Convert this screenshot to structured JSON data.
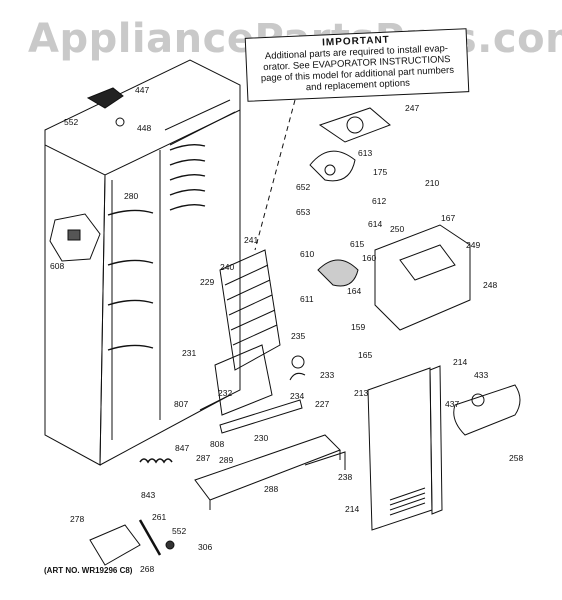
{
  "watermark": "AppliancePartsPros.com",
  "note": {
    "heading": "IMPORTANT",
    "line1": "Additional parts are required to install evap-",
    "line2": "orator.  See EVAPORATOR INSTRUCTIONS",
    "line3": "page of this model for additional part numbers",
    "line4": "and replacement options"
  },
  "art_number": "(ART NO. WR19296 C8)",
  "parts": [
    "447",
    "552",
    "448",
    "280",
    "608",
    "247",
    "613",
    "175",
    "652",
    "612",
    "653",
    "614",
    "615",
    "210",
    "250",
    "167",
    "249",
    "610",
    "160",
    "248",
    "164",
    "611",
    "241",
    "240",
    "229",
    "231",
    "159",
    "165",
    "235",
    "233",
    "234",
    "232",
    "227",
    "807",
    "230",
    "808",
    "847",
    "287",
    "289",
    "843",
    "238",
    "288",
    "261",
    "552",
    "278",
    "306",
    "268",
    "213",
    "214",
    "433",
    "437",
    "258"
  ]
}
